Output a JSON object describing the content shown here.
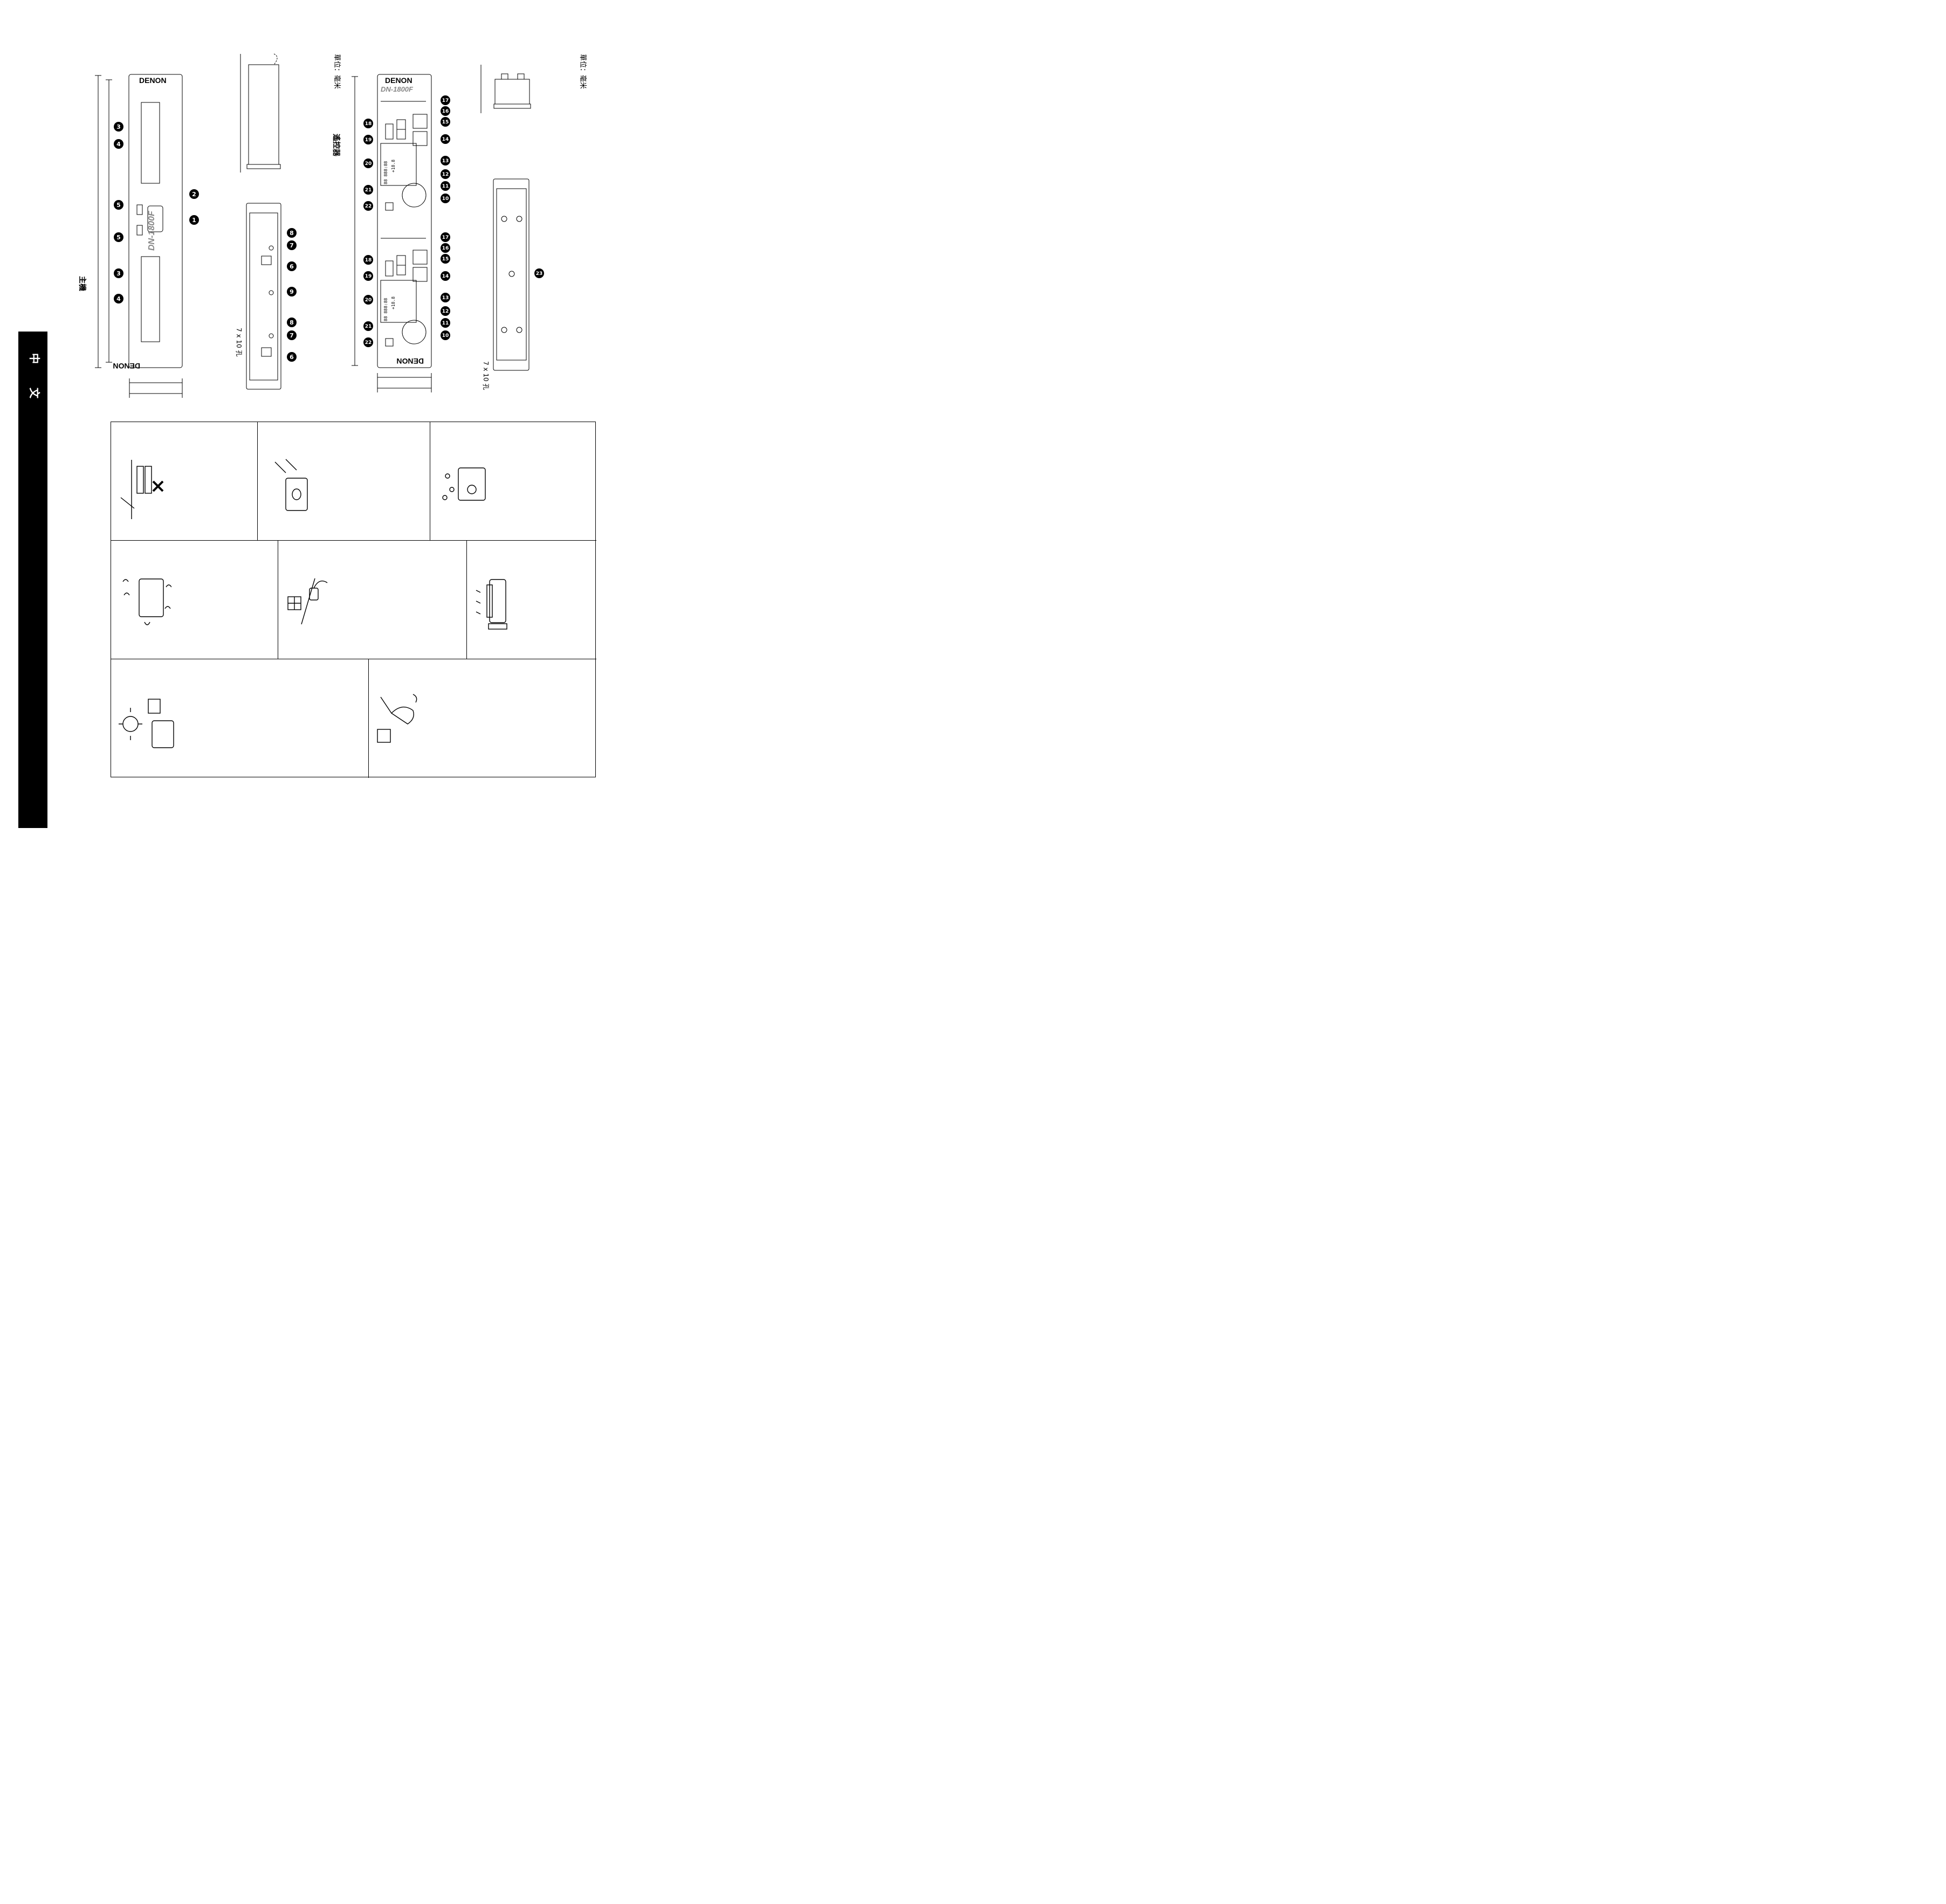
{
  "sidebar": {
    "label_1": "中",
    "label_2": "文"
  },
  "main_unit": {
    "title": "主機",
    "brand": "DENON",
    "model": "DN-1800F",
    "hole_note": "7 x 10 孔",
    "callouts": [
      "1",
      "2",
      "3",
      "4",
      "5",
      "6",
      "7",
      "8",
      "9"
    ]
  },
  "remote": {
    "title": "遙控器",
    "unit_note": "單位：毫米",
    "brand": "DENON",
    "model": "DN-1800F",
    "display_top": "88 888:88",
    "display_mid": "+18.8",
    "hole_note": "7 x 10 孔",
    "callouts": [
      "10",
      "11",
      "12",
      "13",
      "14",
      "15",
      "16",
      "17",
      "18",
      "19",
      "20",
      "21",
      "22",
      "23"
    ]
  },
  "side_view": {
    "unit_note": "單位：毫米"
  },
  "colors": {
    "ink": "#000000",
    "paper": "#ffffff",
    "panel": "#f4f4f4"
  },
  "pictograms": [
    {
      "name": "no-pins-into-slot",
      "icon": "nails-slot-icon"
    },
    {
      "name": "no-liquids",
      "icon": "liquid-spill-icon"
    },
    {
      "name": "no-small-objects",
      "icon": "screws-icon"
    },
    {
      "name": "no-humidity",
      "icon": "humidity-icon"
    },
    {
      "name": "unplug-cord",
      "icon": "plug-icon"
    },
    {
      "name": "no-heat-source",
      "icon": "heater-icon"
    },
    {
      "name": "no-sunlight",
      "icon": "sun-icon"
    },
    {
      "name": "hold-plug",
      "icon": "hand-plug-icon"
    }
  ]
}
